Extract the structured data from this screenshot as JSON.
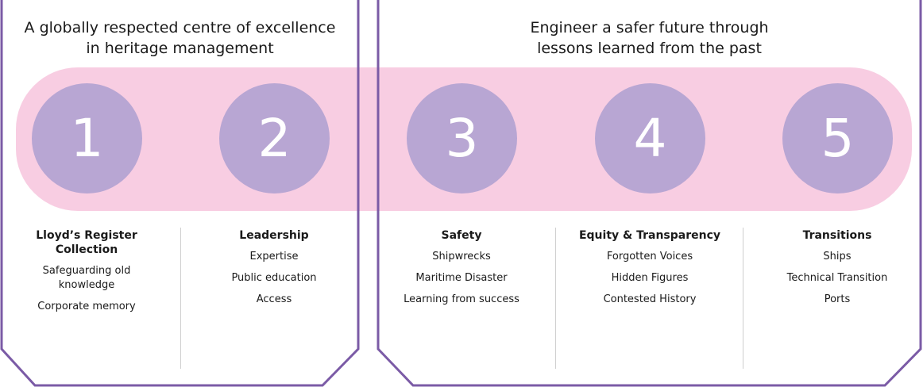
{
  "panels": [
    {
      "title_line1": "A globally respected centre of excellence",
      "title_line2": "in heritage management"
    },
    {
      "title_line1": "Engineer a safer future through",
      "title_line2": "lessons learned from the past"
    }
  ],
  "steps": [
    {
      "number": "1",
      "heading_line1": "Lloyd’s Register",
      "heading_line2": "Collection",
      "items": [
        "Safeguarding old knowledge",
        "Corporate memory"
      ]
    },
    {
      "number": "2",
      "heading_line1": "Leadership",
      "heading_line2": "",
      "items": [
        "Expertise",
        "Public education",
        "Access"
      ]
    },
    {
      "number": "3",
      "heading_line1": "Safety",
      "heading_line2": "",
      "items": [
        "Shipwrecks",
        "Maritime Disaster",
        "Learning from success"
      ]
    },
    {
      "number": "4",
      "heading_line1": "Equity & Transparency",
      "heading_line2": "",
      "items": [
        "Forgotten Voices",
        "Hidden Figures",
        "Contested History"
      ]
    },
    {
      "number": "5",
      "heading_line1": "Transitions",
      "heading_line2": "",
      "items": [
        "Ships",
        "Technical Transition",
        "Ports"
      ]
    }
  ],
  "colors": {
    "frame": "#7b5ba6",
    "band": "#f8cde2",
    "circle": "#b8a6d3",
    "number": "#ffffff",
    "divider": "#cfcfcf"
  }
}
